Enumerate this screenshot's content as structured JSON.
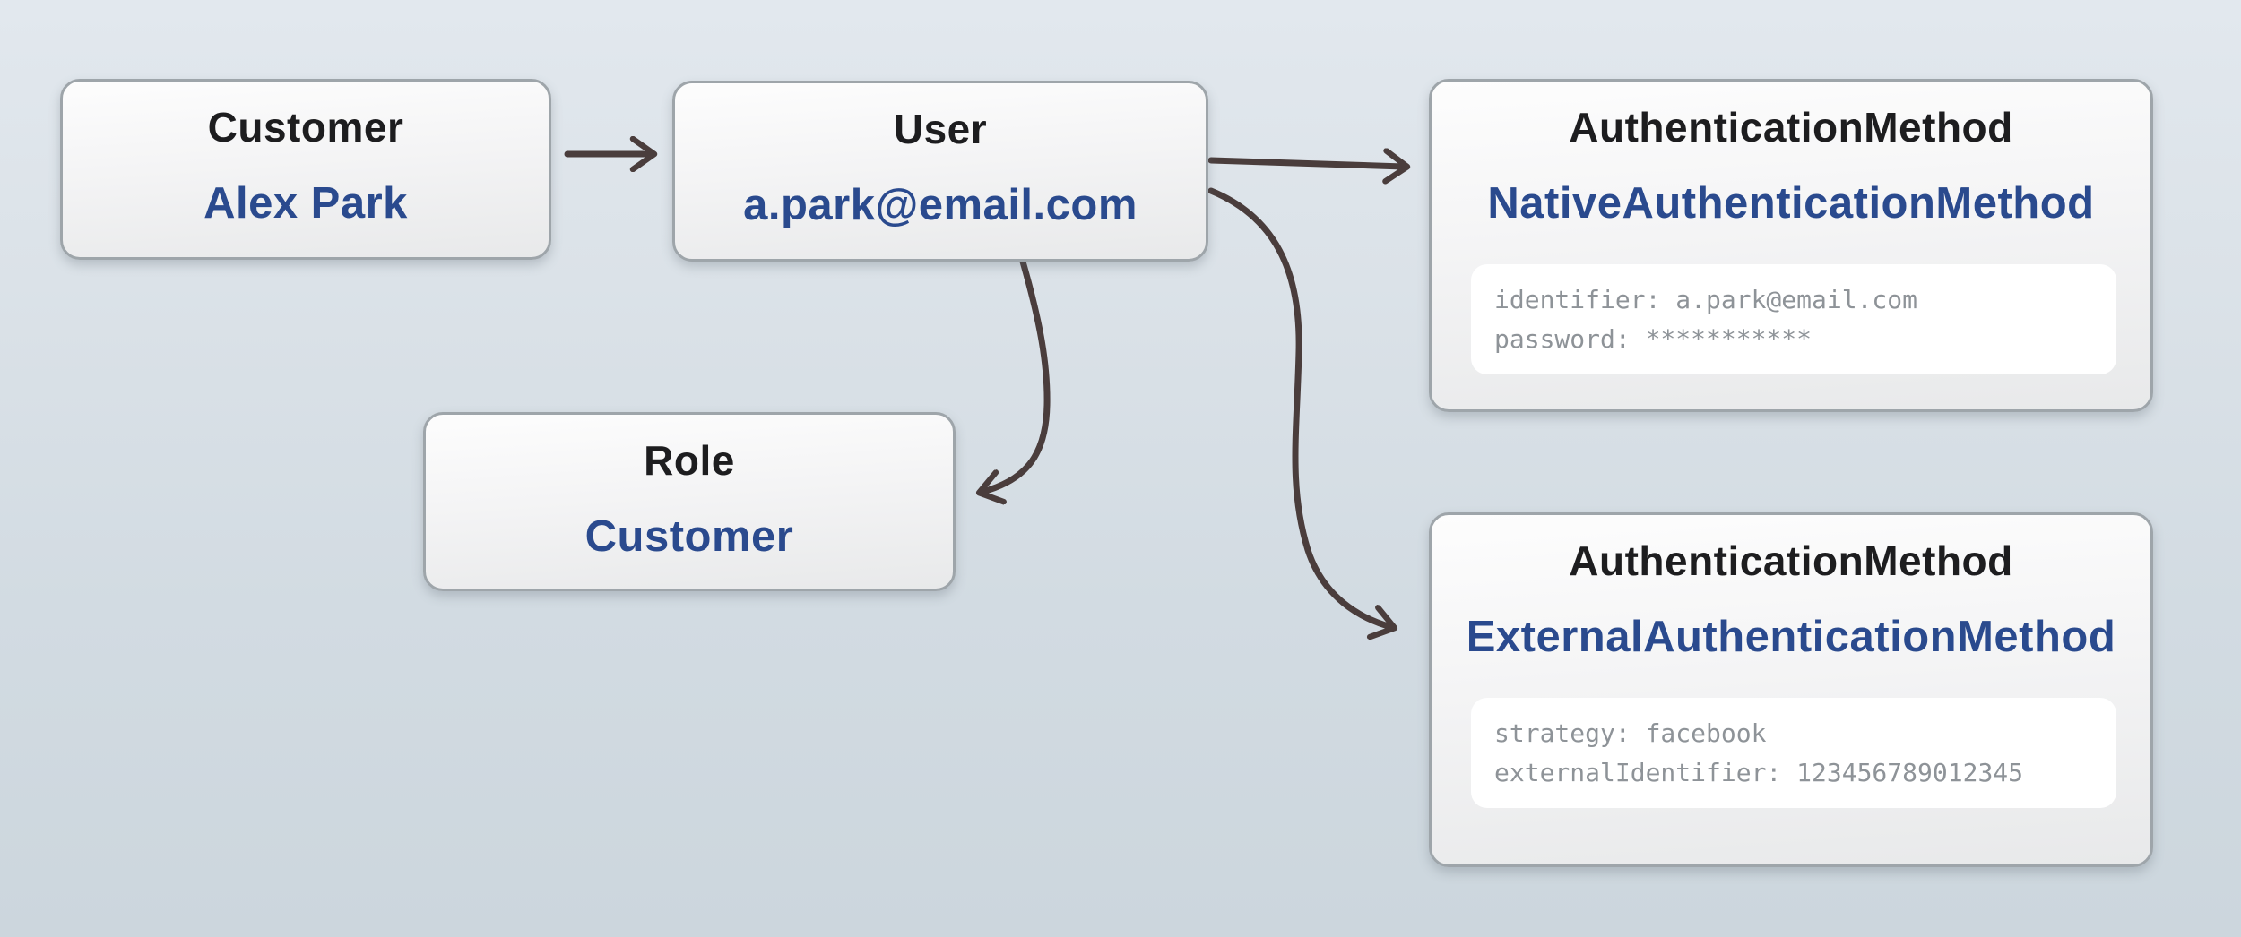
{
  "diagram": {
    "nodes": {
      "customer": {
        "title": "Customer",
        "value": "Alex Park"
      },
      "user": {
        "title": "User",
        "value": "a.park@email.com"
      },
      "role": {
        "title": "Role",
        "value": "Customer"
      },
      "native_auth": {
        "title": "AuthenticationMethod",
        "value": "NativeAuthenticationMethod",
        "attributes": [
          "identifier: a.park@email.com",
          "password: ***********"
        ]
      },
      "external_auth": {
        "title": "AuthenticationMethod",
        "value": "ExternalAuthenticationMethod",
        "attributes": [
          "strategy: facebook",
          "externalIdentifier: 123456789012345"
        ]
      }
    },
    "edges": [
      {
        "from": "customer",
        "to": "user"
      },
      {
        "from": "user",
        "to": "native_auth"
      },
      {
        "from": "user",
        "to": "role"
      },
      {
        "from": "user",
        "to": "external_auth"
      }
    ],
    "colors": {
      "title_text": "#1d1d1f",
      "value_text": "#2a4a8e",
      "attribute_text": "#8e9398",
      "arrow": "#4a3d3c",
      "node_border": "#9ea5aa",
      "background_top": "#e2e8ee",
      "background_bottom": "#ccd6dd"
    }
  }
}
